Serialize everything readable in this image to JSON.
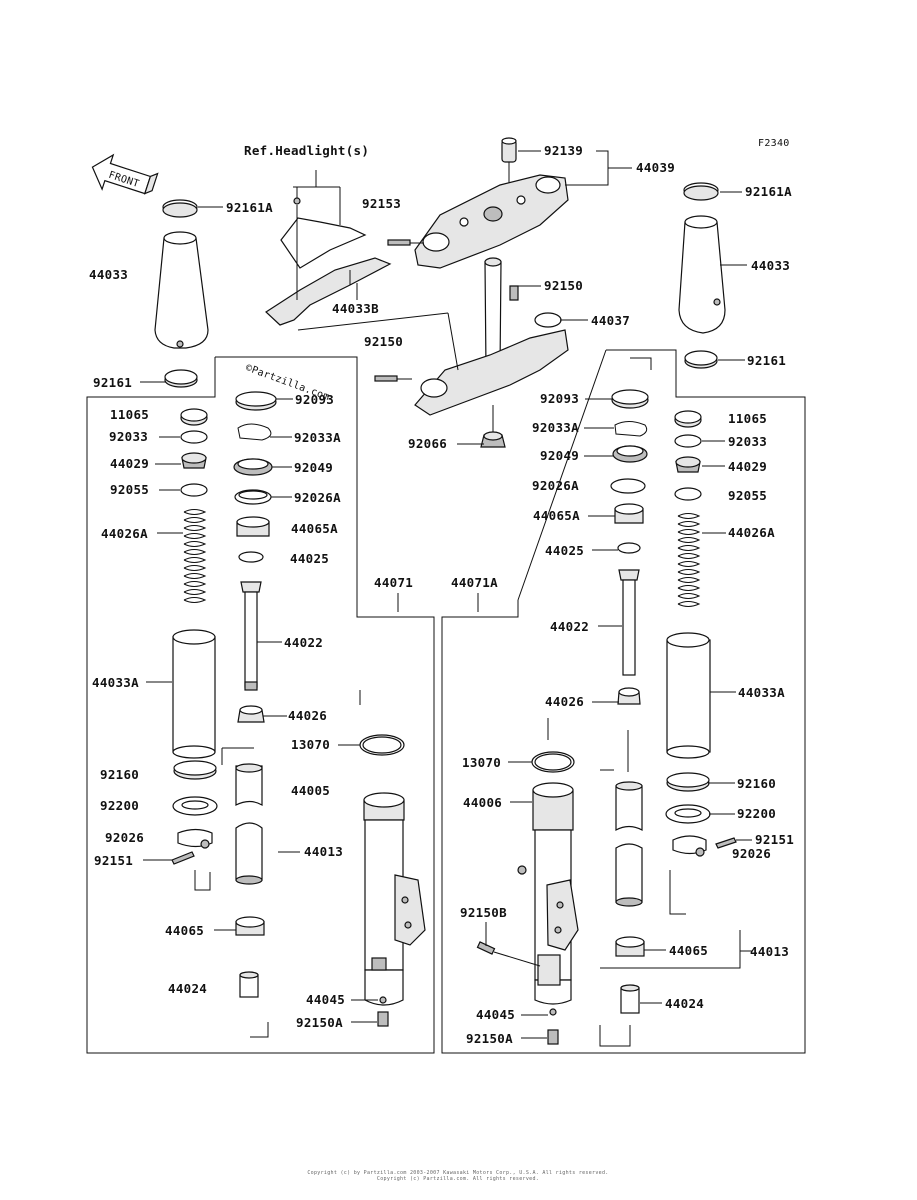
{
  "figure_code": "F2340",
  "watermark": "©Partzilla.com",
  "front_label": "FRONT",
  "copyright_line1": "Copyright (c) by Partzilla.com 2003-2007 Kawasaki Motors Corp., U.S.A. All rights reserved.",
  "copyright_line2": "Copyright (c) Partzilla.com. All rights reserved.",
  "labels": [
    {
      "id": "ref-headlight",
      "text": "Ref.Headlight(s)"
    },
    {
      "id": "p92139",
      "text": "92139"
    },
    {
      "id": "p44039",
      "text": "44039"
    },
    {
      "id": "p92161A-left",
      "text": "92161A"
    },
    {
      "id": "p92153",
      "text": "92153"
    },
    {
      "id": "p92161A-right",
      "text": "92161A"
    },
    {
      "id": "p44033-left",
      "text": "44033"
    },
    {
      "id": "p44033-right",
      "text": "44033"
    },
    {
      "id": "p92150-top",
      "text": "92150"
    },
    {
      "id": "p44033B",
      "text": "44033B"
    },
    {
      "id": "p44037",
      "text": "44037"
    },
    {
      "id": "p92150-mid",
      "text": "92150"
    },
    {
      "id": "p92161-left",
      "text": "92161"
    },
    {
      "id": "p92161-right",
      "text": "92161"
    },
    {
      "id": "p92093-left",
      "text": "92093"
    },
    {
      "id": "p92093-right",
      "text": "92093"
    },
    {
      "id": "p11065-left",
      "text": "11065"
    },
    {
      "id": "p11065-right",
      "text": "11065"
    },
    {
      "id": "p92033-left",
      "text": "92033"
    },
    {
      "id": "p92033A-left",
      "text": "92033A"
    },
    {
      "id": "p92033A-right",
      "text": "92033A"
    },
    {
      "id": "p92033-right",
      "text": "92033"
    },
    {
      "id": "p92066",
      "text": "92066"
    },
    {
      "id": "p44029-left",
      "text": "44029"
    },
    {
      "id": "p92049-left",
      "text": "92049"
    },
    {
      "id": "p92049-right",
      "text": "92049"
    },
    {
      "id": "p44029-right",
      "text": "44029"
    },
    {
      "id": "p92055-left",
      "text": "92055"
    },
    {
      "id": "p92026A-left",
      "text": "92026A"
    },
    {
      "id": "p92026A-right",
      "text": "92026A"
    },
    {
      "id": "p92055-right",
      "text": "92055"
    },
    {
      "id": "p44026A-left",
      "text": "44026A"
    },
    {
      "id": "p44065A-left",
      "text": "44065A"
    },
    {
      "id": "p44065A-right",
      "text": "44065A"
    },
    {
      "id": "p44026A-right",
      "text": "44026A"
    },
    {
      "id": "p44025-left",
      "text": "44025"
    },
    {
      "id": "p44025-right",
      "text": "44025"
    },
    {
      "id": "p44071",
      "text": "44071"
    },
    {
      "id": "p44071A",
      "text": "44071A"
    },
    {
      "id": "p44022-left",
      "text": "44022"
    },
    {
      "id": "p44022-right",
      "text": "44022"
    },
    {
      "id": "p44033A-left",
      "text": "44033A"
    },
    {
      "id": "p44033A-right",
      "text": "44033A"
    },
    {
      "id": "p44026-right",
      "text": "44026"
    },
    {
      "id": "p44026-left",
      "text": "44026"
    },
    {
      "id": "p13070-left",
      "text": "13070"
    },
    {
      "id": "p13070-right",
      "text": "13070"
    },
    {
      "id": "p92160-left",
      "text": "92160"
    },
    {
      "id": "p92160-right",
      "text": "92160"
    },
    {
      "id": "p44005",
      "text": "44005"
    },
    {
      "id": "p44006",
      "text": "44006"
    },
    {
      "id": "p92200-left",
      "text": "92200"
    },
    {
      "id": "p92200-right",
      "text": "92200"
    },
    {
      "id": "p92026-left",
      "text": "92026"
    },
    {
      "id": "p92151-right",
      "text": "92151"
    },
    {
      "id": "p92026-right",
      "text": "92026"
    },
    {
      "id": "p44013-left",
      "text": "44013"
    },
    {
      "id": "p92151-left",
      "text": "92151"
    },
    {
      "id": "p92150B",
      "text": "92150B"
    },
    {
      "id": "p44065-left",
      "text": "44065"
    },
    {
      "id": "p44065-right",
      "text": "44065"
    },
    {
      "id": "p44013-right",
      "text": "44013"
    },
    {
      "id": "p44024-left",
      "text": "44024"
    },
    {
      "id": "p44024-right",
      "text": "44024"
    },
    {
      "id": "p44045-left",
      "text": "44045"
    },
    {
      "id": "p44045-right",
      "text": "44045"
    },
    {
      "id": "p92150A-left",
      "text": "92150A"
    },
    {
      "id": "p92150A-right",
      "text": "92150A"
    }
  ]
}
